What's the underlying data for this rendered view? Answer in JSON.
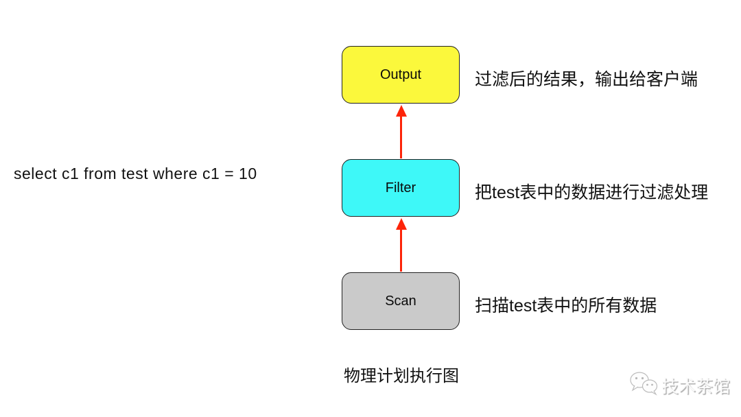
{
  "diagram": {
    "query": "select c1 from test where c1 = 10",
    "title": "物理计划执行图",
    "arrow_color": "#fd2409",
    "node_border_color": "#222222",
    "nodes": [
      {
        "id": "output",
        "label": "Output",
        "fill": "#fbf83c",
        "description": "过滤后的结果，输出给客户端"
      },
      {
        "id": "filter",
        "label": "Filter",
        "fill": "#3ef8f8",
        "description": "把test表中的数据进行过滤处理"
      },
      {
        "id": "scan",
        "label": "Scan",
        "fill": "#cacaca",
        "description": "扫描test表中的所有数据"
      }
    ],
    "edges": [
      {
        "from": "filter",
        "to": "output"
      },
      {
        "from": "scan",
        "to": "filter"
      }
    ],
    "watermark": {
      "text": "技术茶馆",
      "icon": "wechat-icon",
      "color": "#fbfbfb"
    }
  }
}
